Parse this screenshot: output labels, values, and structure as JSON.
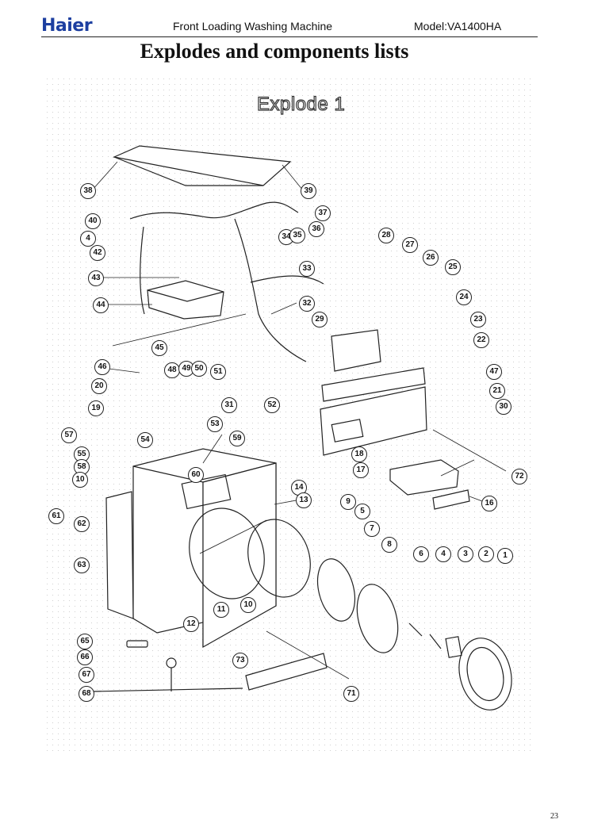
{
  "header": {
    "logo": "Haier",
    "document_title": "Front Loading Washing Machine",
    "model": "Model:VA1400HA"
  },
  "heading": "Explodes and components lists",
  "diagram": {
    "title": "Explode 1",
    "callouts": [
      "38",
      "39",
      "37",
      "40",
      "4",
      "42",
      "34",
      "35",
      "36",
      "28",
      "27",
      "26",
      "25",
      "33",
      "43",
      "44",
      "32",
      "24",
      "23",
      "29",
      "45",
      "22",
      "46",
      "48",
      "49",
      "50",
      "51",
      "47",
      "21",
      "20",
      "52",
      "31",
      "30",
      "19",
      "53",
      "57",
      "54",
      "55",
      "58",
      "10",
      "18",
      "60",
      "59",
      "17",
      "72",
      "14",
      "13",
      "9",
      "5",
      "16",
      "61",
      "62",
      "7",
      "8",
      "6",
      "4",
      "3",
      "2",
      "1",
      "63",
      "11",
      "12",
      "10",
      "65",
      "73",
      "66",
      "67",
      "68",
      "71"
    ]
  },
  "page_number": "23"
}
